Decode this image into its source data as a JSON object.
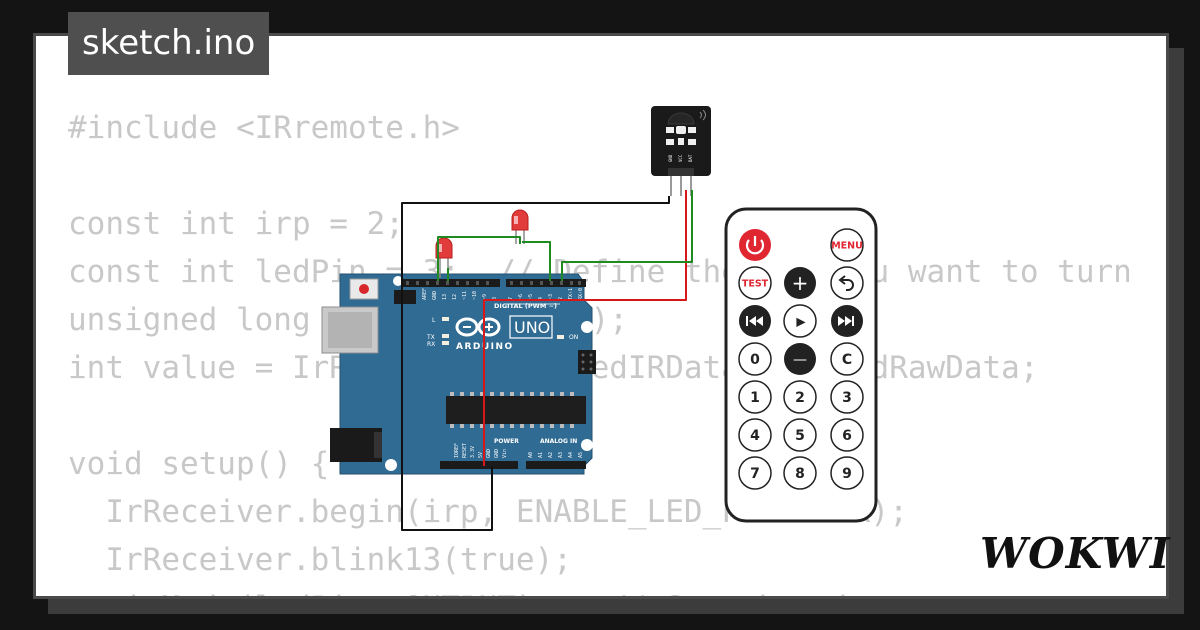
{
  "title": "sketch.ino",
  "code_lines": [
    "#include <IRremote.h>",
    "",
    "const int irp = 2;",
    "const int ledPin = 3;  // Define the pin you want to turn",
    "unsigned long last = millis();",
    "int value = IrReceiver.decodedIRData.decodedRawData;",
    "",
    "void setup() {",
    "  IrReceiver.begin(irp, ENABLE_LED_FEEDBACK);",
    "  IrReceiver.blink13(true);",
    "  pinMode(ledPin, OUTPUT);   // Set the pin as an output"
  ],
  "logo_text": "WOKWI",
  "arduino": {
    "model": "UNO",
    "brand": "ARDUINO",
    "digital_label": "DIGITAL (PWM ~)",
    "power_label": "POWER",
    "analog_label": "ANALOG IN",
    "on_label": "ON",
    "l_label": "L",
    "tx_label": "TX",
    "rx_label": "RX"
  },
  "remote": {
    "menu_label": "MENU",
    "test_label": "TEST",
    "plus_label": "+",
    "play_label": "▶",
    "minus_label": "—",
    "c_label": "C",
    "zero_label": "0",
    "digits": [
      "1",
      "2",
      "3",
      "4",
      "5",
      "6",
      "7",
      "8",
      "9"
    ]
  },
  "colors": {
    "board": "#2f6b93",
    "wire_green": "#1f8a1f",
    "wire_red": "#d81818",
    "wire_black": "#111111",
    "power_red": "#e02631"
  }
}
